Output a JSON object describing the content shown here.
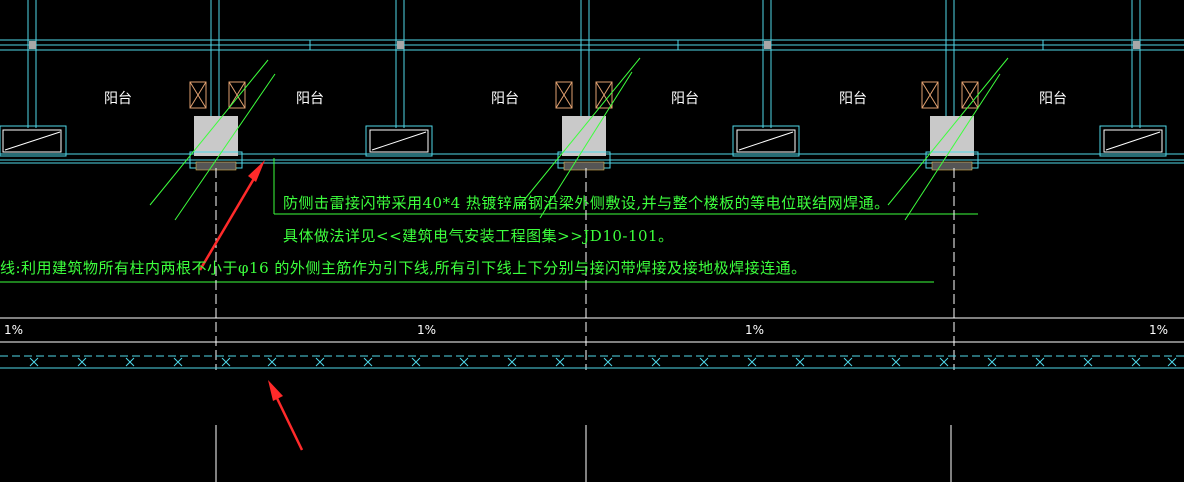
{
  "drawing": {
    "room_label": "阳台",
    "notes": {
      "line1": "防侧击雷接闪带采用40*4 热镀锌扁钢沿梁外侧敷设,并与整个楼板的等电位联结网焊通。",
      "line2": "具体做法详见<<建筑电气安装工程图集>>JD10-101。",
      "line3": "线:利用建筑物所有柱内两根不小于φ16 的外侧主筋作为引下线,所有引下线上下分别与接闪带焊接及接地极焊接连通。"
    },
    "slope_label": "1%"
  },
  "colors": {
    "background": "#000000",
    "wall": "#4fd7e8",
    "text_green": "#3dff3d",
    "column_fill": "#c9c9c9",
    "annotation_red": "#ff2a2a",
    "door_mark": "#e0a070",
    "white": "#ffffff"
  }
}
